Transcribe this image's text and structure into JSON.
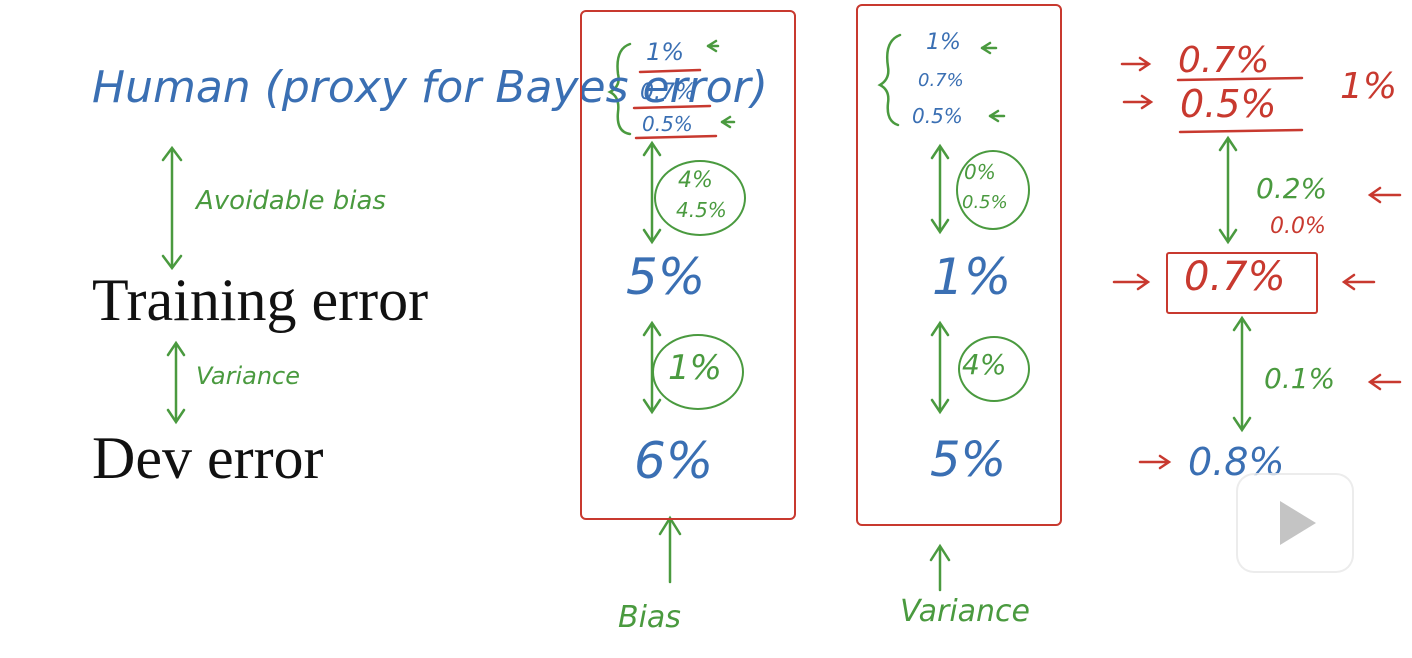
{
  "left_panel": {
    "human_label": "Human (proxy for Bayes error)",
    "avoidable_bias": "Avoidable bias",
    "training_error": "Training error",
    "variance": "Variance",
    "dev_error": "Dev error"
  },
  "bias_column": {
    "bayes_values": [
      "1%",
      "0.7%",
      "0.5%"
    ],
    "bias_gap": [
      "4%",
      "4.5%"
    ],
    "training_error": "5%",
    "variance_gap": "1%",
    "dev_error": "6%",
    "caption": "Bias"
  },
  "variance_column": {
    "bayes_values": [
      "1%",
      "0.7%",
      "0.5%"
    ],
    "bias_gap": [
      "0%",
      "0.5%"
    ],
    "training_error": "1%",
    "variance_gap": "4%",
    "dev_error": "5%",
    "caption": "Variance"
  },
  "right_column": {
    "bayes_values": [
      "0.7%",
      "0.5%"
    ],
    "side_note": "1%",
    "bias_gap": [
      "0.2%",
      "0.0%"
    ],
    "training_error": "0.7%",
    "variance_gap": "0.1%",
    "dev_error": "0.8%"
  },
  "player": {
    "play_icon": "play-icon"
  },
  "colors": {
    "blue": "#3a6fb3",
    "green": "#4a9a3f",
    "red": "#c8392f"
  }
}
